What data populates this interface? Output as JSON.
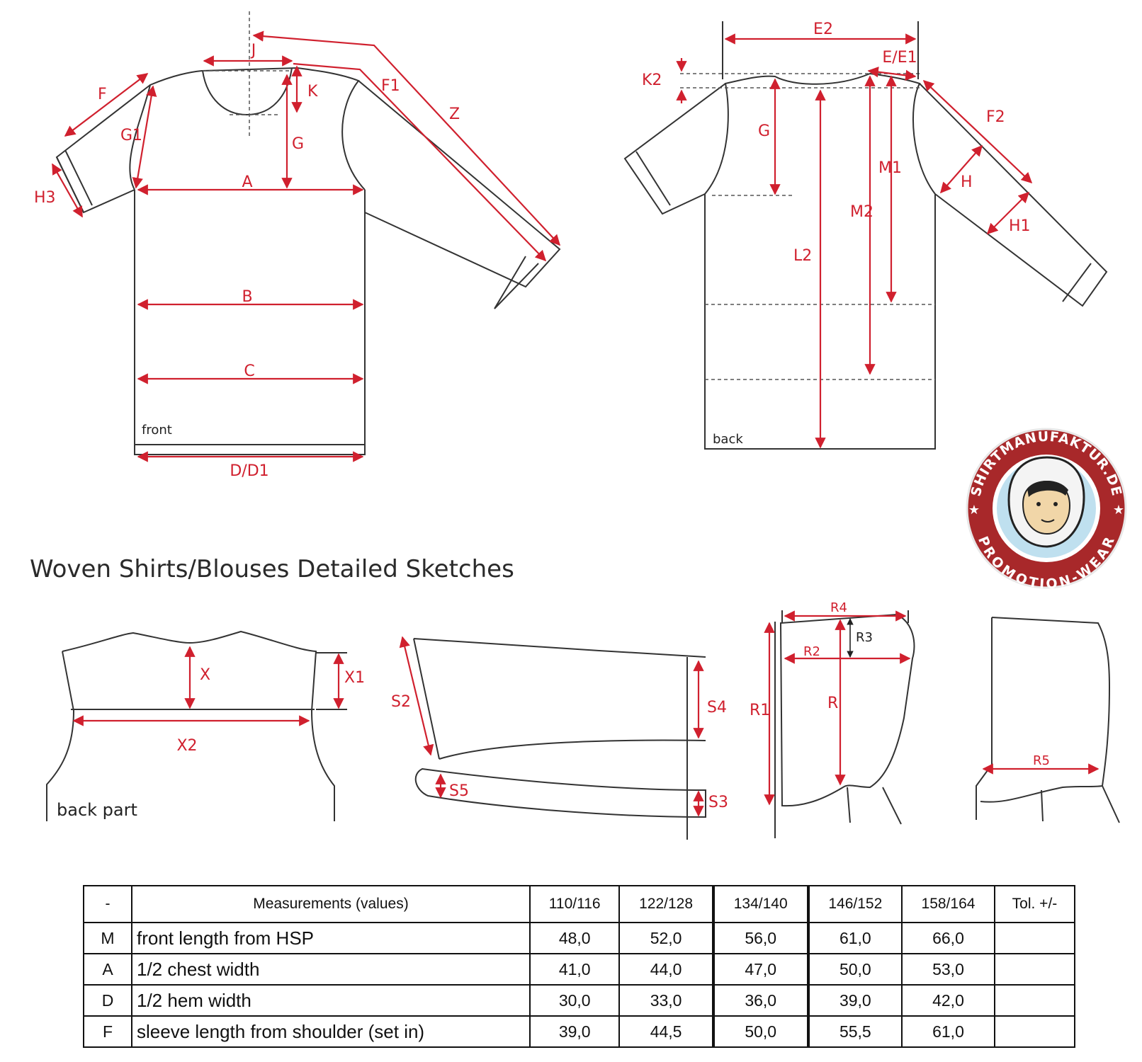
{
  "title": "Woven Shirts/Blouses Detailed Sketches",
  "front_labels": {
    "front": "front",
    "A": "A",
    "B": "B",
    "C": "C",
    "D": "D/D1",
    "F": "F",
    "F1": "F1",
    "G": "G",
    "G1": "G1",
    "H3": "H3",
    "J": "J",
    "K": "K",
    "Z": "Z"
  },
  "back_labels": {
    "back": "back",
    "E2": "E2",
    "E": "E/E1",
    "K2": "K2",
    "G": "G",
    "M1": "M1",
    "M2": "M2",
    "L2": "L2",
    "F2": "F2",
    "H": "H",
    "H1": "H1"
  },
  "detail_labels": {
    "back_part": "back part",
    "X": "X",
    "X1": "X1",
    "X2": "X2",
    "S2": "S2",
    "S3": "S3",
    "S4": "S4",
    "S5": "S5",
    "R": "R",
    "R1": "R1",
    "R2": "R2",
    "R3": "R3",
    "R4": "R4",
    "R5": "R5"
  },
  "logo": {
    "top_text": "SHIRTMANUFAKTUR.DE",
    "bottom_text": "PROMOTION-WEAR",
    "ring_color": "#a8282a",
    "inner_color": "#bfe0ef"
  },
  "colors": {
    "accent": "#d0202e",
    "line": "#333333"
  },
  "table": {
    "header": [
      "-",
      "Measurements (values)",
      "110/116",
      "122/128",
      "134/140",
      "146/152",
      "158/164",
      "Tol. +/-"
    ],
    "rows": [
      {
        "code": "M",
        "label": "front length from HSP",
        "values": [
          "48,0",
          "52,0",
          "56,0",
          "61,0",
          "66,0",
          ""
        ]
      },
      {
        "code": "A",
        "label": "1/2 chest width",
        "values": [
          "41,0",
          "44,0",
          "47,0",
          "50,0",
          "53,0",
          ""
        ]
      },
      {
        "code": "D",
        "label": "1/2 hem width",
        "values": [
          "30,0",
          "33,0",
          "36,0",
          "39,0",
          "42,0",
          ""
        ]
      },
      {
        "code": "F",
        "label": "sleeve length from shoulder (set in)",
        "values": [
          "39,0",
          "44,5",
          "50,0",
          "55,5",
          "61,0",
          ""
        ]
      }
    ]
  }
}
